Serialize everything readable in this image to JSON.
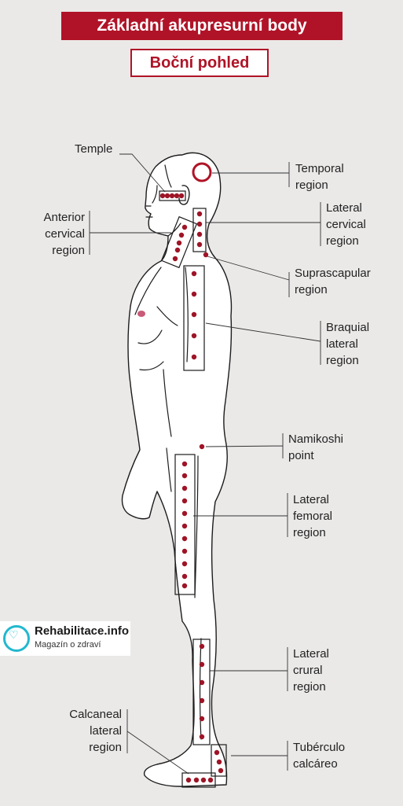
{
  "header": {
    "title": "Základní akupresurní body",
    "subtitle": "Boční pohled"
  },
  "labels": {
    "temple": "Temple",
    "anterior_cervical": [
      "Anterior",
      "cervical",
      "region"
    ],
    "temporal": [
      "Temporal",
      "region"
    ],
    "lateral_cervical": [
      "Lateral",
      "cervical",
      "region"
    ],
    "suprascapular": [
      "Suprascapular",
      "region"
    ],
    "braquial": [
      "Braquial",
      "lateral",
      "region"
    ],
    "namikoshi": [
      "Namikoshi",
      "point"
    ],
    "femoral": [
      "Lateral",
      "femoral",
      "region"
    ],
    "crural": [
      "Lateral",
      "crural",
      "region"
    ],
    "calcaneal": [
      "Calcaneal",
      "lateral",
      "region"
    ],
    "tuberculo": [
      "Tubérculo",
      "calcáreo"
    ]
  },
  "colors": {
    "accent": "#b01327",
    "point": "#9e1426",
    "outline": "#1c1c1c",
    "nipple": "#c95a78",
    "logo": "#22b8cf"
  },
  "logo": {
    "icon": "heart-icon",
    "name": "Rehabilitace.info",
    "tagline": "Magazín o zdraví"
  }
}
